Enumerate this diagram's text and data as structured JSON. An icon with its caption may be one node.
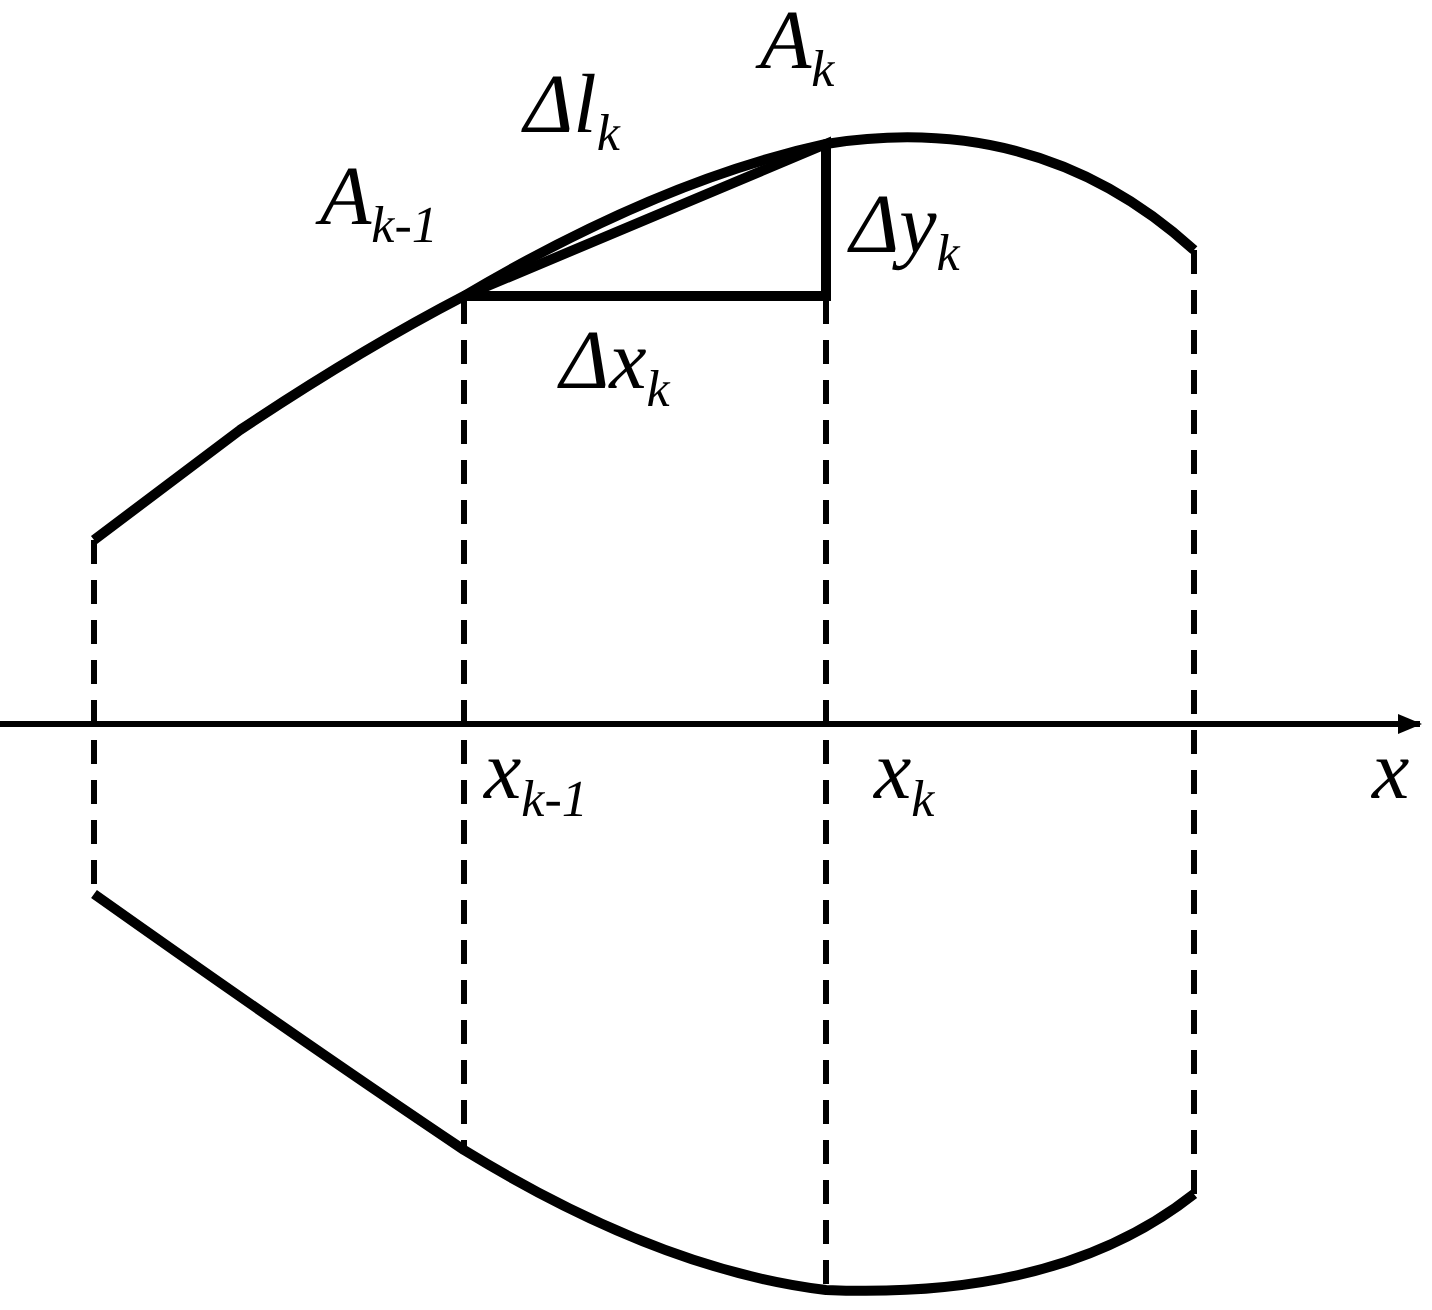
{
  "diagram": {
    "labels": [
      "Δl$_{k}$",
      "A$_{k}$",
      "A$_{k-1}$",
      "Δy$_{k}$",
      "Δx$_{k}$",
      "x$_{k-1}$",
      "x$_{k}$",
      "x"
    ]
  }
}
